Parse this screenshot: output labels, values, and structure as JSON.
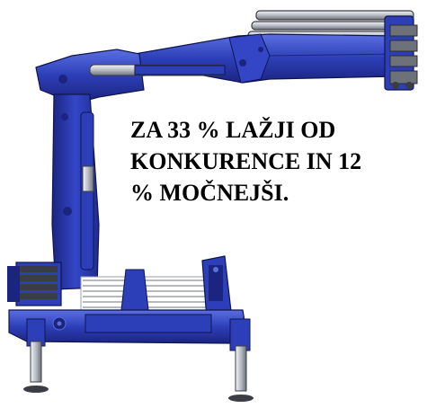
{
  "image": {
    "subject": "crane-illustration",
    "colors": {
      "body_blue": "#2d3fb8",
      "body_dark": "#1b2580",
      "body_light": "#5b6fe0",
      "metal_grey": "#9aa0a8",
      "metal_dark": "#3a3d44",
      "background": "#ffffff",
      "text": "#000000"
    }
  },
  "headline": {
    "line1": "ZA 33 % LAŽJI OD",
    "line2": "KONKURENCE IN 12",
    "line3": "% MOČNEJŠI."
  }
}
